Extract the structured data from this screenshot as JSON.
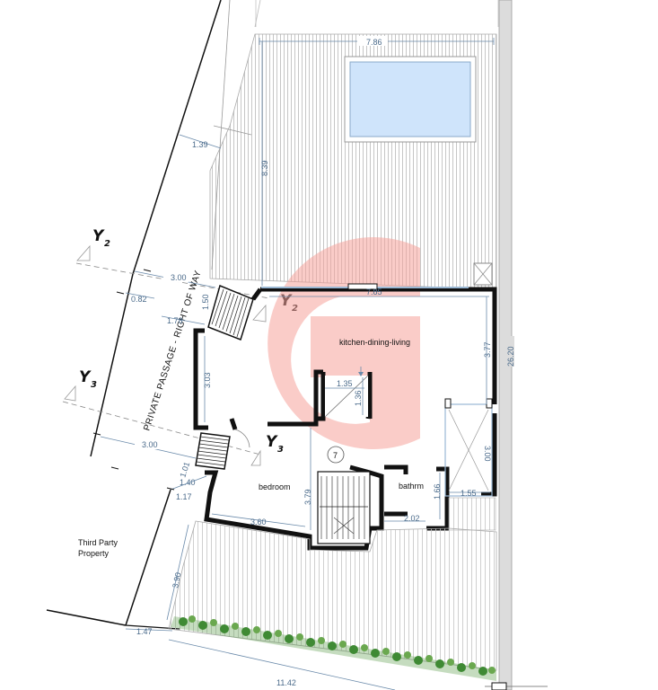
{
  "dimensions": {
    "terrace_width": "7.86",
    "terrace_depth": "8.39",
    "passage_top": "1.39",
    "stair_offset": "3.00",
    "stair_length": "1.50",
    "stair_gap": "0.82",
    "stair_step": "1.78",
    "living_width": "7.85",
    "living_side": "3.77",
    "total_depth": "26.20",
    "wall_segment": "3.03",
    "closet_width": "1.35",
    "closet_depth": "1.36",
    "lower_stair_offset": "3.00",
    "dim_101": "1.01",
    "dim_140": "1.40",
    "dim_117": "1.17",
    "bedroom_depth": "3.79",
    "bedroom_width": "3.60",
    "bath_width": "2.02",
    "bath_depth": "1.66",
    "shaft_width": "1.55",
    "shaft_depth": "3.00",
    "garden_depth": "3.90",
    "garden_edge": "1.47",
    "garden_width": "11.42"
  },
  "rooms": {
    "kitchen": "kitchen-dining-living",
    "bedroom": "bedroom",
    "bathroom": "bathrm",
    "stair_number": "7"
  },
  "sections": {
    "y2_top_main": "Y",
    "y2_top_sub": "2",
    "y2_mid_main": "Y",
    "y2_mid_sub": "2",
    "y3_left_main": "Y",
    "y3_left_sub": "3",
    "y3_mid_main": "Y",
    "y3_mid_sub": "3"
  },
  "labels": {
    "passage": "PRIVATE PASSAGE - RIGHT OF WAY",
    "third_party_line1": "Third Party",
    "third_party_line2": "Property"
  },
  "colors": {
    "wall": "#111111",
    "dimension": "#4a6a8a",
    "pool_water": "#cfe4fb",
    "hatch": "#b8b8b8",
    "watermark": "#f6b2ab",
    "garden": "#3f8a34"
  }
}
